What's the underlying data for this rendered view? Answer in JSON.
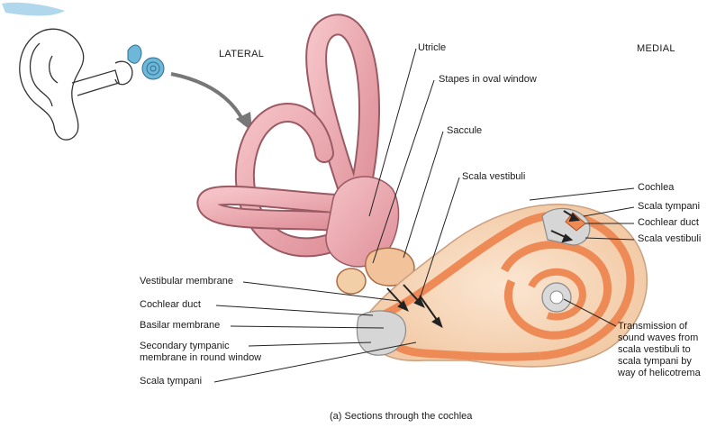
{
  "figure": {
    "caption": "(a) Sections through the cochlea",
    "side_labels": {
      "lateral": "LATERAL",
      "medial": "MEDIAL"
    },
    "labels": {
      "utricle": "Utricle",
      "stapes": "Stapes in oval window",
      "saccule": "Saccule",
      "scala_vestibuli_top": "Scala vestibuli",
      "cochlea": "Cochlea",
      "scala_tympani_right": "Scala tympani",
      "cochlear_duct_right": "Cochlear duct",
      "scala_vestibuli_right": "Scala vestibuli",
      "vestibular_membrane": "Vestibular membrane",
      "cochlear_duct_left": "Cochlear duct",
      "basilar_membrane": "Basilar membrane",
      "secondary_tympanic": "Secondary tympanic\nmembrane in round window",
      "scala_tympani_left": "Scala tympani",
      "transmission": "Transmission of\nsound waves from\nscala vestibuli to\nscala tympani by\nway of helicotrema"
    },
    "colors": {
      "labyrinth": "#e9a6ac",
      "labyrinth_edge": "#9a5a63",
      "cochlea_base": "#f6d7b8",
      "cochlea_band": "#ee8a55",
      "background": "#ffffff",
      "ear_blue": "#6fb7d8"
    }
  }
}
